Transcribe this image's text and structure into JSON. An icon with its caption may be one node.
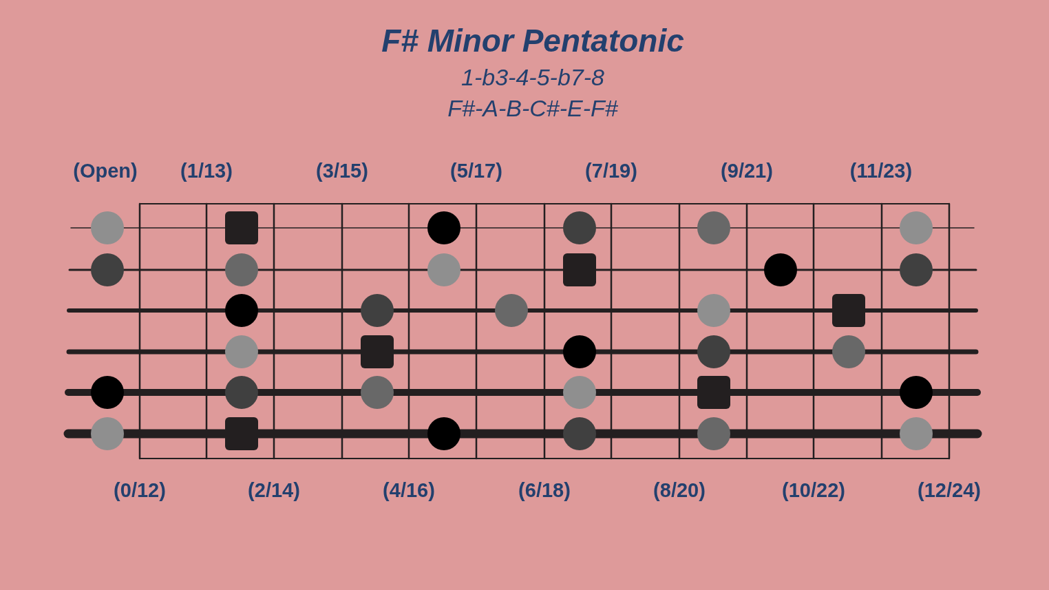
{
  "diagram": {
    "title": "F# Minor Pentatonic",
    "nodes": [
      {
        "text": [],
        "shape": "circle"
      },
      {
        "text": [],
        "shape": "box"
      },
      {
        "text": [],
        "shape": "circle"
      },
      {
        "text": [],
        "shape": "circle"
      },
      {
        "text": [],
        "shape": "circle"
      },
      {
        "text": [],
        "shape": "circle"
      },
      {
        "text": [],
        "shape": "circle"
      },
      {
        "text": [],
        "shape": "circle"
      },
      {
        "text": [],
        "shape": "circle"
      },
      {
        "text": [],
        "shape": "box"
      },
      {
        "text": [],
        "shape": "circle"
      },
      {
        "text": [],
        "shape": "circle"
      },
      {
        "text": [],
        "shape": "circle"
      },
      {
        "text": [],
        "shape": "circle"
      },
      {
        "text": [],
        "shape": "circle"
      },
      {
        "text": [],
        "shape": "circle"
      },
      {
        "text": [],
        "shape": "box"
      },
      {
        "text": [],
        "shape": "circle"
      },
      {
        "text": [],
        "shape": "box"
      },
      {
        "text": [],
        "shape": "circle"
      },
      {
        "text": [],
        "shape": "circle"
      },
      {
        "text": [],
        "shape": "circle"
      },
      {
        "text": [],
        "shape": "circle"
      },
      {
        "text": [],
        "shape": "circle"
      },
      {
        "text": [],
        "shape": "circle"
      },
      {
        "text": [],
        "shape": "circle"
      },
      {
        "text": [],
        "shape": "box"
      },
      {
        "text": [],
        "shape": "circle"
      },
      {
        "text": [],
        "shape": "circle"
      },
      {
        "text": [],
        "shape": "box"
      },
      {
        "text": [],
        "shape": "circle"
      },
      {
        "text": [],
        "shape": "circle"
      },
      {
        "text": [],
        "shape": "circle"
      },
      {
        "text": [],
        "shape": "circle"
      }
    ],
    "labels": [
      "1-b3-4-5-b7-8",
      "F#-A-B-C#-E-F#",
      "(Open)",
      "(1/13)",
      "(3/15)",
      "(5/17)",
      "(7/19)",
      "(9/21)",
      "(11/23)",
      "(0/12)",
      "(2/14)",
      "(4/16)",
      "(6/18)",
      "(8/20)",
      "(10/22)",
      "(12/24)"
    ]
  }
}
